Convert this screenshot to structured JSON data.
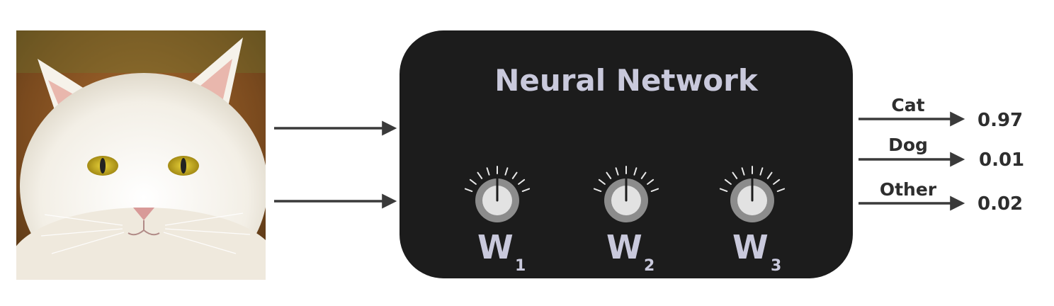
{
  "title": "Neural Network",
  "input_image_alt": "white cat",
  "weights": [
    {
      "letter": "W",
      "sub": "1"
    },
    {
      "letter": "W",
      "sub": "2"
    },
    {
      "letter": "W",
      "sub": "3"
    }
  ],
  "outputs": [
    {
      "label": "Cat",
      "value": "0.97"
    },
    {
      "label": "Dog",
      "value": "0.01"
    },
    {
      "label": "Other",
      "value": "0.02"
    }
  ],
  "colors": {
    "box": "#1c1c1c",
    "title_text": "#c9c9dc",
    "arrow": "#3a3a3a",
    "knob_outer": "#8c8c8c",
    "knob_inner": "#e2e2e2"
  }
}
